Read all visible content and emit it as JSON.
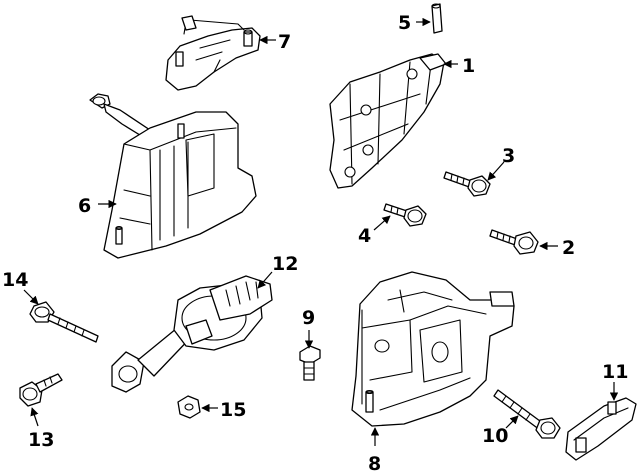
{
  "diagram": {
    "background": "#ffffff",
    "line_color": "#000000",
    "callouts": {
      "c1": "1",
      "c2": "2",
      "c3": "3",
      "c4": "4",
      "c5": "5",
      "c6": "6",
      "c7": "7",
      "c8": "8",
      "c9": "9",
      "c10": "10",
      "c11": "11",
      "c12": "12",
      "c13": "13",
      "c14": "14",
      "c15": "15"
    }
  }
}
